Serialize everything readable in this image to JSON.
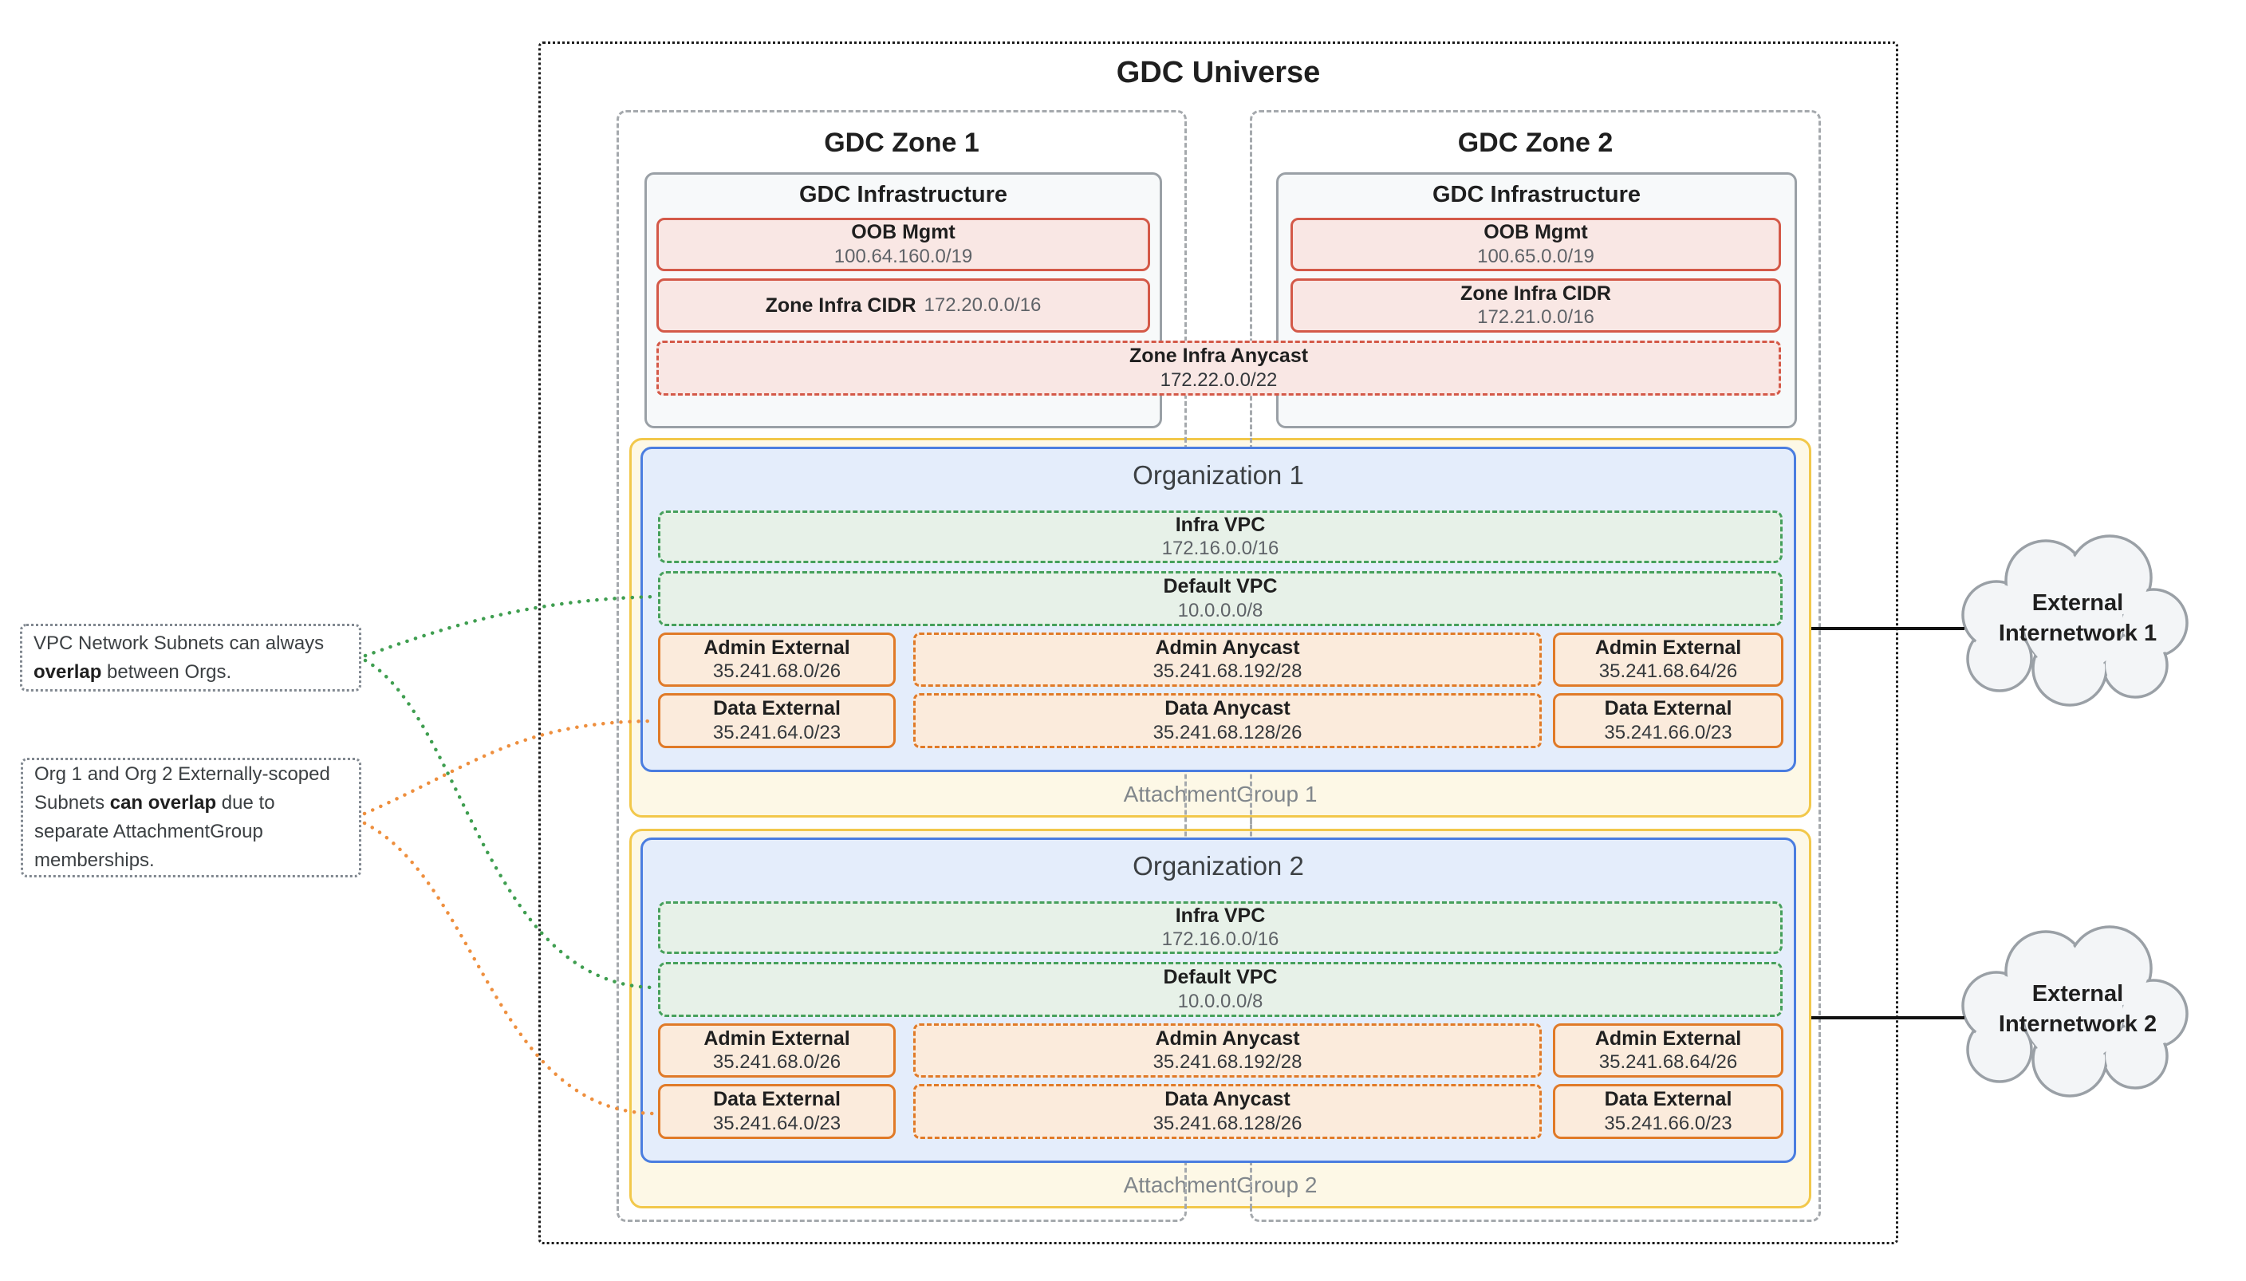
{
  "universe": {
    "title": "GDC Universe"
  },
  "zones": [
    {
      "title": "GDC Zone 1",
      "infrastructure": {
        "title": "GDC Infrastructure",
        "oob": {
          "label": "OOB Mgmt",
          "cidr": "100.64.160.0/19"
        },
        "infra_cidr": {
          "label": "Zone Infra CIDR",
          "cidr": "172.20.0.0/16"
        }
      }
    },
    {
      "title": "GDC Zone 2",
      "infrastructure": {
        "title": "GDC Infrastructure",
        "oob": {
          "label": "OOB Mgmt",
          "cidr": "100.65.0.0/19"
        },
        "infra_cidr": {
          "label": "Zone Infra CIDR",
          "cidr": "172.21.0.0/16"
        }
      }
    }
  ],
  "zone_infra_anycast": {
    "label": "Zone Infra Anycast",
    "cidr": "172.22.0.0/22"
  },
  "organizations": [
    {
      "title": "Organization 1",
      "attachment_group_label": "AttachmentGroup 1",
      "vpcs": [
        {
          "label": "Infra VPC",
          "cidr": "172.16.0.0/16"
        },
        {
          "label": "Default VPC",
          "cidr": "10.0.0.0/8"
        }
      ],
      "subnet_rows": [
        [
          {
            "label": "Admin External",
            "cidr": "35.241.68.0/26"
          },
          {
            "label": "Admin Anycast",
            "cidr": "35.241.68.192/28"
          },
          {
            "label": "Admin External",
            "cidr": "35.241.68.64/26"
          }
        ],
        [
          {
            "label": "Data External",
            "cidr": "35.241.64.0/23"
          },
          {
            "label": "Data Anycast",
            "cidr": "35.241.68.128/26"
          },
          {
            "label": "Data External",
            "cidr": "35.241.66.0/23"
          }
        ]
      ]
    },
    {
      "title": "Organization 2",
      "attachment_group_label": "AttachmentGroup 2",
      "vpcs": [
        {
          "label": "Infra VPC",
          "cidr": "172.16.0.0/16"
        },
        {
          "label": "Default VPC",
          "cidr": "10.0.0.0/8"
        }
      ],
      "subnet_rows": [
        [
          {
            "label": "Admin External",
            "cidr": "35.241.68.0/26"
          },
          {
            "label": "Admin Anycast",
            "cidr": "35.241.68.192/28"
          },
          {
            "label": "Admin External",
            "cidr": "35.241.68.64/26"
          }
        ],
        [
          {
            "label": "Data External",
            "cidr": "35.241.64.0/23"
          },
          {
            "label": "Data Anycast",
            "cidr": "35.241.68.128/26"
          },
          {
            "label": "Data External",
            "cidr": "35.241.66.0/23"
          }
        ]
      ]
    }
  ],
  "annotations": [
    {
      "parts": [
        {
          "text": "VPC Network Subnets can always "
        },
        {
          "text": "overlap",
          "bold": true
        },
        {
          "text": " between Orgs."
        }
      ]
    },
    {
      "parts": [
        {
          "text": "Org 1 and Org 2 Externally-scoped Subnets "
        },
        {
          "text": "can overlap",
          "bold": true
        },
        {
          "text": " due to separate AttachmentGroup memberships."
        }
      ]
    }
  ],
  "clouds": [
    {
      "label": "External Internetwork 1"
    },
    {
      "label": "External Internetwork 2"
    }
  ],
  "colors": {
    "red-border": "#D45948",
    "red-fill": "#F9E7E4",
    "green-border": "#46A05C",
    "green-fill": "#E7F1E8",
    "blue-border": "#4A7DE0",
    "blue-fill": "#E4EDFB",
    "yellow-border": "#F2C84B",
    "yellow-fill": "#FDF8E6",
    "orange-border": "#E07A28",
    "orange-fill": "#FBEBDC",
    "green-line": "#3F9E50",
    "orange-line": "#EE8F3E"
  }
}
